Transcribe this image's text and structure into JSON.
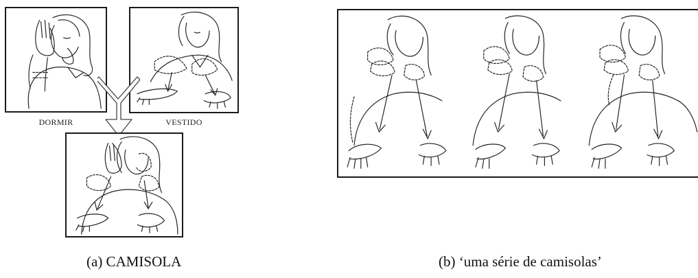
{
  "panels": {
    "dormir": {
      "label": "DORMIR"
    },
    "vestido": {
      "label": "VESTIDO"
    }
  },
  "captions": {
    "left": "(a) CAMISOLA",
    "right": "(b) ‘uma série de camisolas’"
  }
}
